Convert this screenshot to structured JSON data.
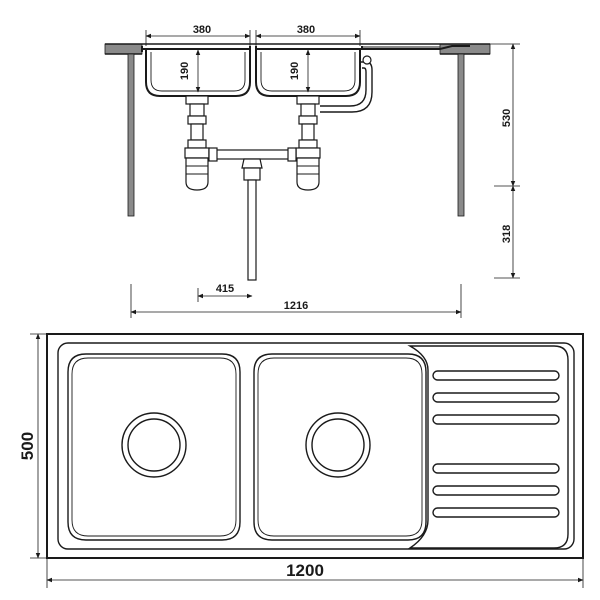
{
  "dimensions": {
    "bowl_width_left": "380",
    "bowl_width_right": "380",
    "bowl_depth_left": "190",
    "bowl_depth_right": "190",
    "height_upper": "530",
    "height_lower": "318",
    "drain_offset": "415",
    "cabinet_width": "1216",
    "sink_depth": "500",
    "sink_width": "1200"
  },
  "colors": {
    "line": "#1a1a1a",
    "wall_fill": "#8a8a8a",
    "background": "#ffffff"
  }
}
